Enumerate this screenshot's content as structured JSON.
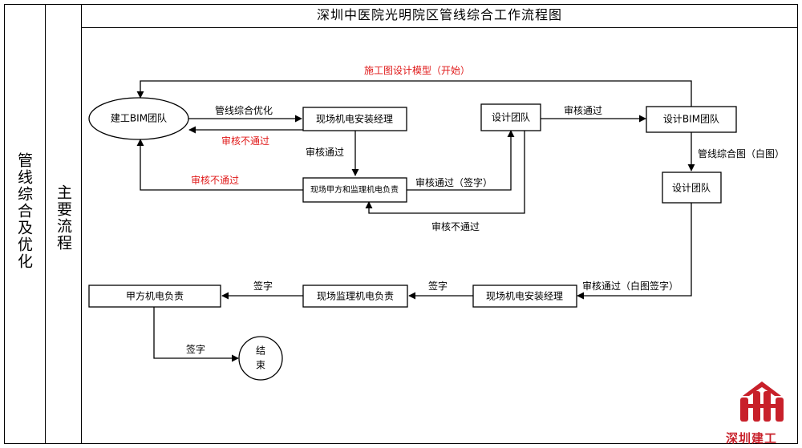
{
  "title": "深圳中医院光明院区管线综合工作流程图",
  "lane_outer_label": "管线综合及优化",
  "lane_inner_label": "主要流程",
  "nodes": {
    "bim_team": "建工BIM团队",
    "site_mep_manager_1": "现场机电安装经理",
    "owner_supervisor_mep": "现场甲方和监理机电负责",
    "design_team_1": "设计团队",
    "design_bim_team": "设计BIM团队",
    "design_team_2": "设计团队",
    "site_mep_manager_2": "现场机电安装经理",
    "site_supervisor_mep": "现场监理机电负责",
    "owner_mep": "甲方机电负责",
    "end": [
      "结",
      "束"
    ]
  },
  "edges": {
    "start_model": "施工图设计模型（开始）",
    "pipeline_optimize": "管线综合优化",
    "reject_1": "审核不通过",
    "approved_1": "审核通过",
    "reject_2": "审核不通过",
    "approved_sign": "审核通过（签字）",
    "reject_3": "审核不通过",
    "approved_2": "审核通过",
    "pipeline_white_drawing": "管线综合图（白图）",
    "approved_white_sign": "审核通过（白图签字）",
    "sign_1": "签字",
    "sign_2": "签字",
    "sign_3": "签字"
  },
  "colors": {
    "reject_label": "#e01a1a",
    "logo": "#c8202a"
  },
  "logo": {
    "text": "深圳建工",
    "icon": "company-logo-icon"
  }
}
